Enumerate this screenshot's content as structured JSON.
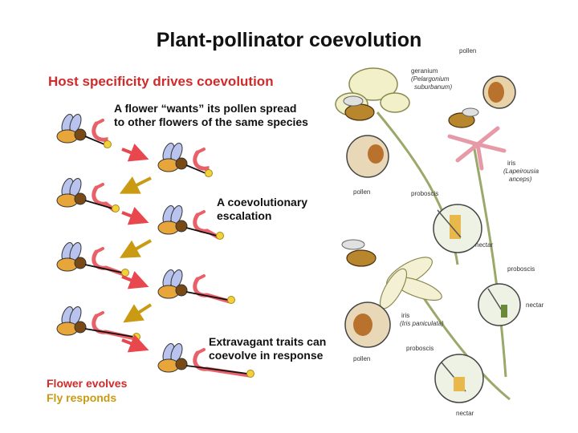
{
  "title": "Plant-pollinator coevolution",
  "subtitle": "Host specificity drives coevolution",
  "notes": {
    "n1_line1": "A flower “wants” its pollen spread",
    "n1_line2": "to other flowers of the same species",
    "n2_line1": "A coevolutionary",
    "n2_line2": "escalation",
    "n3_line1": "Extravagant traits can",
    "n3_line2": "coevolve in response"
  },
  "legend": {
    "flower": "Flower evolves",
    "fly": "Fly responds"
  },
  "illustration": {
    "pollen_top": "pollen",
    "geranium": "geranium",
    "geranium_sci1": "(Pelargonium",
    "geranium_sci2": "suburbanum)",
    "iris1": "iris",
    "iris1_sci1": "(Lapeirousia",
    "iris1_sci2": "anceps)",
    "pollen_mid": "pollen",
    "proboscis1": "proboscis",
    "nectar1": "nectar",
    "proboscis2": "proboscis",
    "nectar2": "nectar",
    "iris2": "iris",
    "iris2_sci": "(Iris paniculata)",
    "proboscis3": "proboscis",
    "pollen_bottom": "pollen",
    "nectar3": "nectar"
  },
  "colors": {
    "flower_arrow": "#e8474d",
    "fly_arrow": "#c99a12",
    "flower_tube": "#e86068",
    "title_red": "#d12a2a"
  },
  "icons": [
    "fly-icon",
    "flower-tube-icon",
    "flower-arrow-icon",
    "fly-arrow-icon"
  ]
}
